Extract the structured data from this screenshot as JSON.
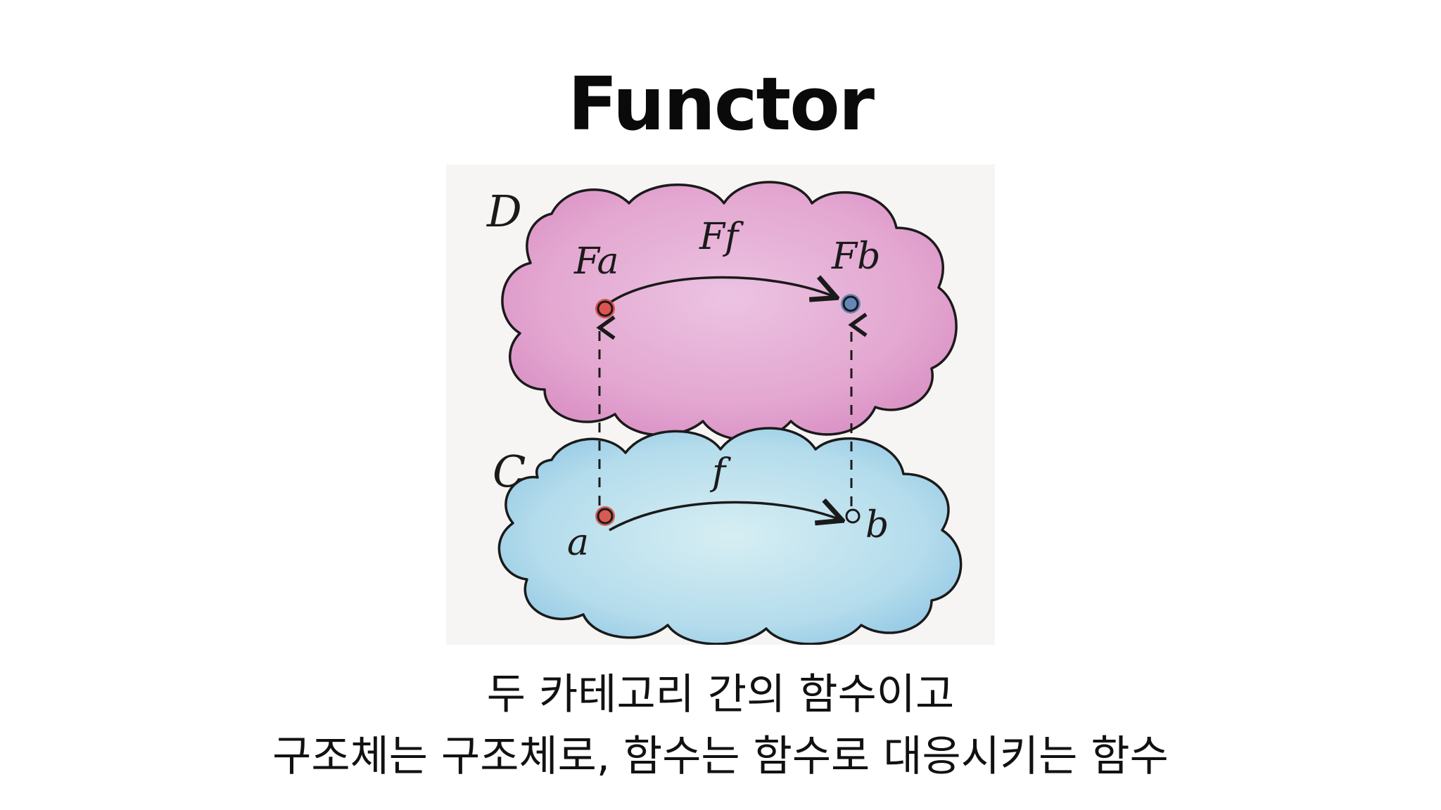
{
  "slide": {
    "title": "Functor",
    "caption_line_1": "두 카테고리 간의 함수이고",
    "caption_line_2": "구조체는 구조체로, 함수는 함수로 대응시키는 함수"
  },
  "diagram": {
    "category_top": {
      "label": "D",
      "color": "#e8a9d4",
      "object_a": "Fa",
      "object_b": "Fb",
      "morphism": "Ff"
    },
    "category_bottom": {
      "label": "C",
      "color": "#a9d8ec",
      "object_a": "a",
      "object_b": "b",
      "morphism": "f"
    },
    "colors": {
      "object_a_dot": "#d8443a",
      "object_b_dot": "#4f7fb0",
      "ink": "#1a1a1a"
    }
  }
}
